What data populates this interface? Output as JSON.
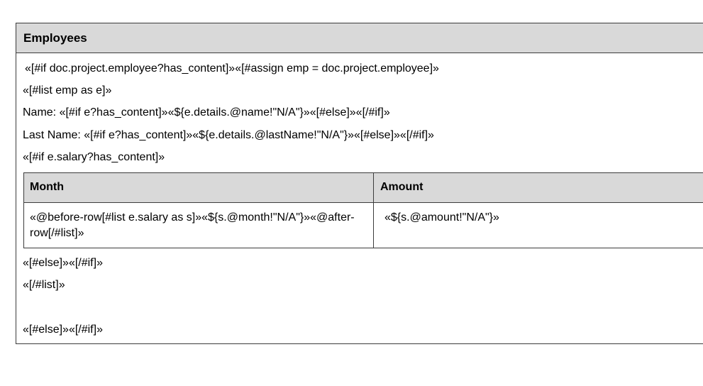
{
  "table": {
    "title": "Employees",
    "lines": {
      "if_employee": "«[#if doc.project.employee?has_content]»«[#assign emp = doc.project.employee]»",
      "list_emp": "«[#list emp as e]»",
      "name": "Name: «[#if e?has_content]»«${e.details.@name!\"N/A\"}»«[#else]»«[/#if]»",
      "last_name": "Last Name: «[#if e?has_content]»«${e.details.@lastName!\"N/A\"}»«[#else]»«[/#if]»",
      "if_salary": "«[#if e.salary?has_content]»",
      "else_if_1": "«[#else]»«[/#if]»",
      "end_list": "«[/#list]»",
      "else_if_2": "«[#else]»«[/#if]»"
    },
    "salary_table": {
      "headers": [
        "Month",
        "Amount"
      ],
      "row": {
        "month_line1": "«@before-row[#list e.salary as s]»«${s.@month!\"N/A\"}»«@after-",
        "month_line2": "row[/#list]»",
        "amount": "«${s.@amount!\"N/A\"}»"
      }
    }
  }
}
